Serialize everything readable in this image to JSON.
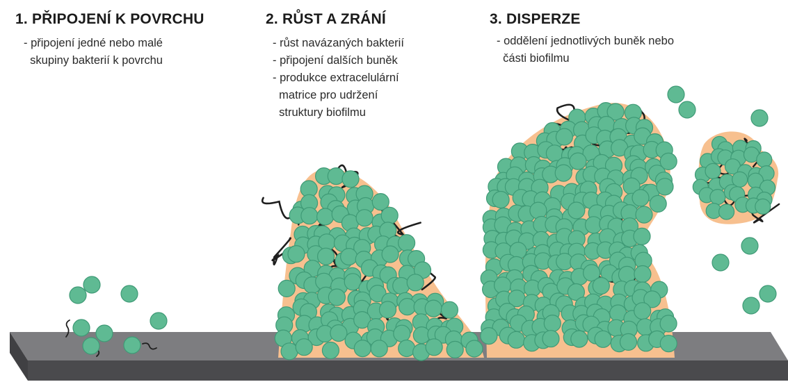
{
  "stages": [
    {
      "title": "1. PŘIPOJENÍ K POVRCHU",
      "points": [
        "- připojení jedné nebo malé",
        "  skupiny bakterií k povrchu"
      ]
    },
    {
      "title": "2. RŮST A ZRÁNÍ",
      "points": [
        "- růst navázaných bakterií",
        "- připojení dalších buněk",
        "- produkce extracelulární",
        "  matrice pro udržení",
        "  struktury biofilmu"
      ]
    },
    {
      "title": "3. DISPERZE",
      "points": [
        "- oddělení jednotlivých buněk nebo",
        "  části biofilmu"
      ]
    }
  ],
  "colors": {
    "cell": "#5fba93",
    "cell_stroke": "#3f9a76",
    "matrix": "#f7c08f",
    "surface_top": "#7d7d80",
    "surface_front": "#4a4a4d",
    "strand": "#1e1e1e"
  }
}
